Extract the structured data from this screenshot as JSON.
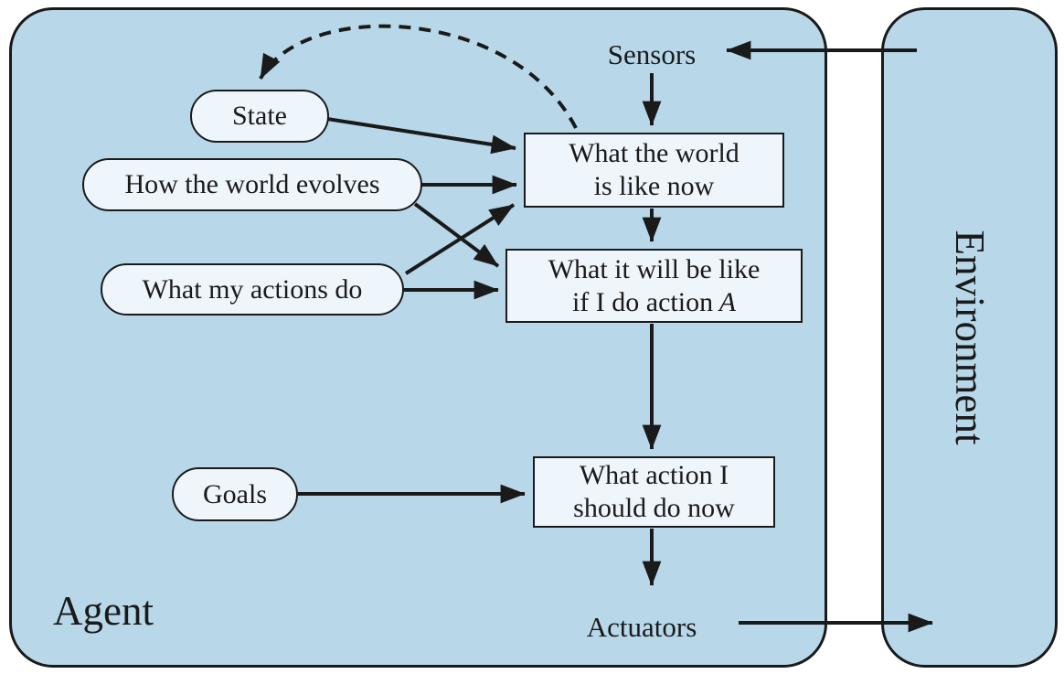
{
  "diagram": {
    "labels": {
      "agent": "Agent",
      "environment": "Environment",
      "sensors": "Sensors",
      "actuators": "Actuators"
    },
    "ovals": {
      "state": {
        "label": "State"
      },
      "how_world_evolves": {
        "label": "How the world evolves"
      },
      "what_actions_do": {
        "label": "What my actions do"
      },
      "goals": {
        "label": "Goals"
      }
    },
    "boxes": {
      "world_now": {
        "line1": "What the world",
        "line2": "is like now"
      },
      "world_if": {
        "line1": "What it will be like",
        "line2_prefix": "if I do action",
        "line2_var": "A"
      },
      "action_now": {
        "line1": "What action I",
        "line2": "should do now"
      }
    },
    "colors": {
      "panel_fill": "#b8d8ea",
      "node_fill": "#eef5fb",
      "stroke": "#1a1a1a",
      "background": "#ffffff"
    }
  }
}
